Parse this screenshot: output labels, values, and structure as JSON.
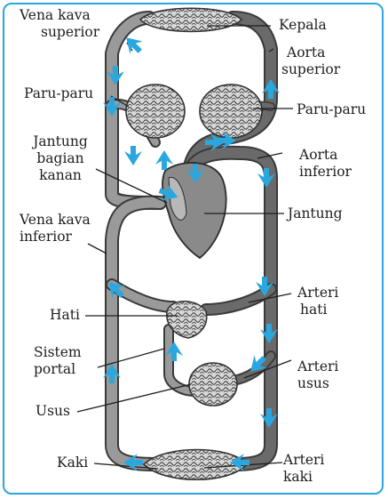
{
  "labels": {
    "vena_kava_superior": [
      "Vena kava",
      "superior"
    ],
    "kepala": "Kepala",
    "aorta_superior": [
      "Aorta",
      "superior"
    ],
    "paru_left": "Paru-paru",
    "paru_right": "Paru-paru",
    "jantung_kanan": [
      "Jantung",
      "bagian",
      "kanan"
    ],
    "aorta_inferior": [
      "Aorta",
      "inferior"
    ],
    "jantung": "Jantung",
    "vena_kava_inferior": [
      "Vena kava",
      "inferior"
    ],
    "arteri_hati": [
      "Arteri",
      "hati"
    ],
    "hati": "Hati",
    "sistem_portal": [
      "Sistem",
      "portal"
    ],
    "arteri_usus": [
      "Arteri",
      "usus"
    ],
    "usus": "Usus",
    "kaki": "Kaki",
    "arteri_kaki": [
      "Arteri",
      "kaki"
    ]
  },
  "colors": {
    "frame": "#2aa7df",
    "vein": "#9a9a9a",
    "artery": "#6a6a6a",
    "outline": "#3a3a3a",
    "arrow": "#2aa7df"
  }
}
